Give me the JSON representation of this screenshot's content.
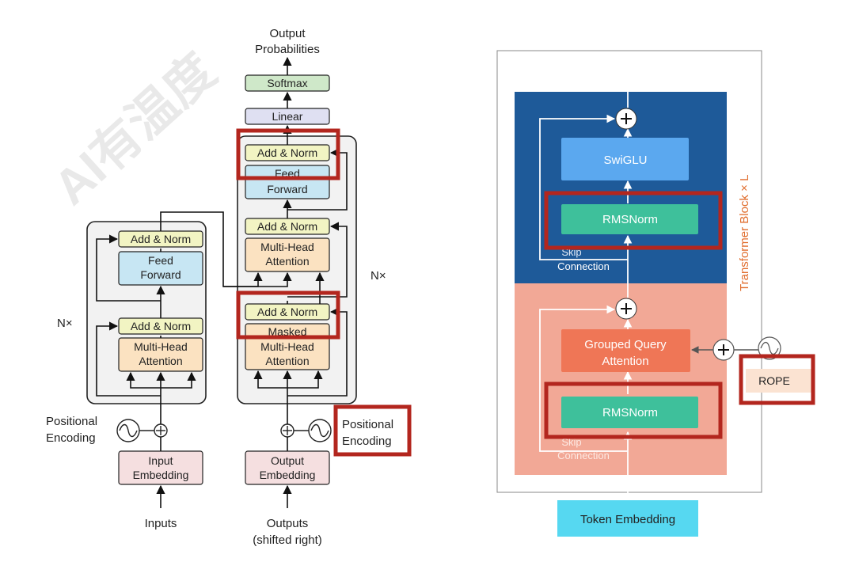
{
  "watermark": "AI有温度",
  "transformer": {
    "output_probabilities": [
      "Output",
      "Probabilities"
    ],
    "softmax": "Softmax",
    "linear": "Linear",
    "add_norm": "Add & Norm",
    "feed_forward": [
      "Feed",
      "Forward"
    ],
    "multi_head_attention": [
      "Multi-Head",
      "Attention"
    ],
    "masked_multi_head_attention": [
      "Masked",
      "Multi-Head",
      "Attention"
    ],
    "nx": "N×",
    "positional_encoding": [
      "Positional",
      "Encoding"
    ],
    "input_embedding": [
      "Input",
      "Embedding"
    ],
    "output_embedding": [
      "Output",
      "Embedding"
    ],
    "inputs": "Inputs",
    "outputs": [
      "Outputs",
      "(shifted right)"
    ]
  },
  "llama": {
    "swiglu": "SwiGLU",
    "rmsnorm": "RMSNorm",
    "grouped_query_attention": [
      "Grouped Query",
      "Attention"
    ],
    "rope": "ROPE",
    "skip_connection": [
      "Skip",
      "Connection"
    ],
    "transformer_block": "Transformer Block  × L",
    "token_embedding": "Token Embedding"
  },
  "colors": {
    "add_norm": "#f2f4c3",
    "feed_forward": "#c7e6f3",
    "attention": "#fbe2c1",
    "embedding": "#f5dfe0",
    "linear": "#dfe0f2",
    "softmax": "#cfe8c9",
    "highlight": "#b3261e",
    "llama_top": "#1e5a99",
    "llama_bottom": "#f2a896",
    "swiglu": "#5ba8ef",
    "rmsnorm": "#3ec09b",
    "gqa": "#ef7656",
    "rope": "#fbe3d2",
    "token_embedding": "#56d8f1",
    "block_label": "#e06c2c"
  }
}
